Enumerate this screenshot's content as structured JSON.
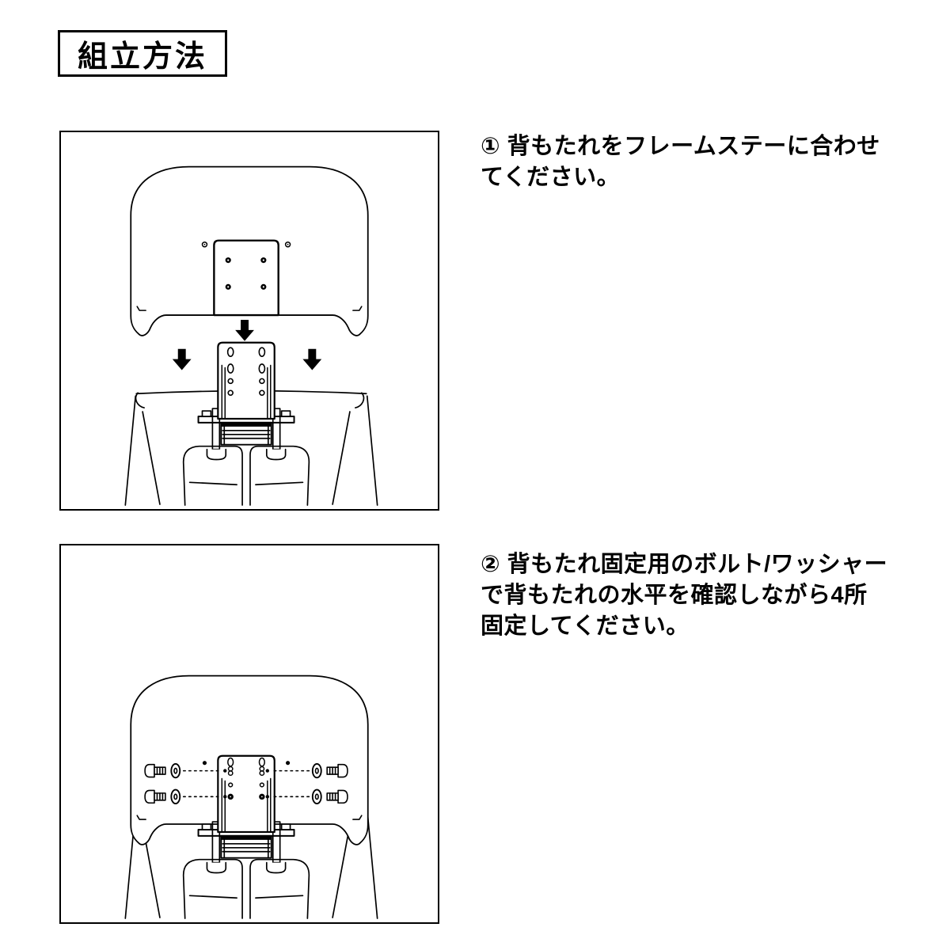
{
  "title": {
    "label": "組立方法"
  },
  "steps": [
    {
      "number": "①",
      "text": "① 背もたれをフレームステーに合わせてください。",
      "lines": [
        "① 背もたれをフレームステーに合わせ",
        "てください。"
      ]
    },
    {
      "number": "②",
      "text": "② 背もたれ固定用のボルト/ワッシャーで背もたれの水平を確認しながら4所固定してください。",
      "lines": [
        "② 背もたれ固定用のボルト/ワッシャー",
        "で背もたれの水平を確認しながら4所",
        "固定してください。"
      ]
    }
  ],
  "illustrations": [
    {
      "name": "step-1-illustration",
      "parts": [
        "backrest-shell",
        "mounting-plate",
        "down-arrow",
        "down-arrow",
        "down-arrow",
        "frame-stay",
        "tilt-mechanism",
        "seat-base"
      ]
    },
    {
      "name": "step-2-illustration",
      "parts": [
        "backrest-shell",
        "frame-stay",
        "bolt",
        "washer",
        "bolt",
        "washer",
        "bolt",
        "washer",
        "bolt",
        "washer",
        "tilt-mechanism",
        "seat-base"
      ]
    }
  ],
  "theme": {
    "background": "#ffffff",
    "line_color": "#000000"
  }
}
